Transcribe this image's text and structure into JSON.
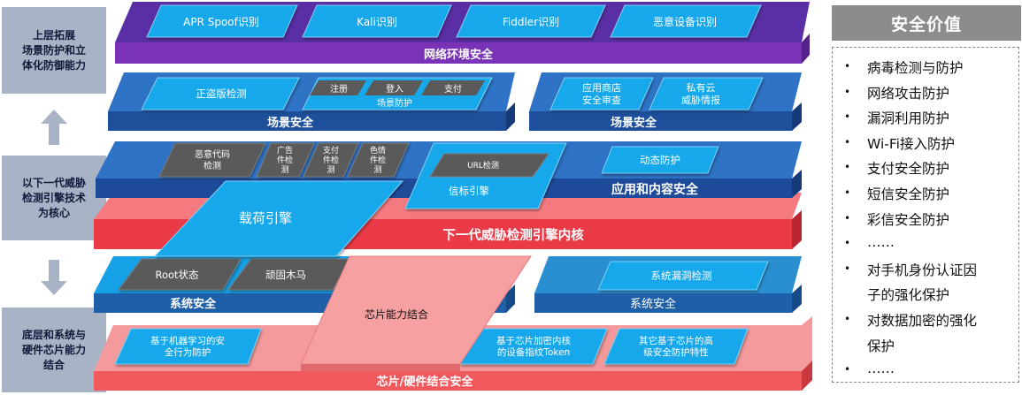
{
  "stages": {
    "upper": "上层拓展\n场景防护和立\n体化防御能力",
    "middle": "以下一代威胁\n检测引擎技术\n为核心",
    "bottom": "底层和系统与\n硬件芯片能力\n结合"
  },
  "network_layer": {
    "title": "网络环境安全",
    "items": [
      "APR Spoof识别",
      "Kali识别",
      "Fiddler识别",
      "恶意设备识别"
    ]
  },
  "scene_layer_left": {
    "title": "场景安全",
    "item_piracy": "正盗版检测",
    "protect_label": "场景防护",
    "protect_items": [
      "注册",
      "登入",
      "支付"
    ]
  },
  "scene_layer_right": {
    "title": "场景安全",
    "item_store": "应用商店\n安全审查",
    "item_cloud": "私有云\n威胁情报"
  },
  "app_layer": {
    "title": "应用和内容安全",
    "malicious_code": "恶意代码\n检测",
    "ad_detect": "广告\n件检\n测",
    "pay_detect": "支付\n件检\n测",
    "porn_detect": "色情\n件检\n测",
    "url_detect": "URL检测",
    "beacon_engine": "信标引擎",
    "dynamic_protect": "动态防护"
  },
  "engine_layer": {
    "title": "下一代威胁检测引擎内核",
    "payload_engine": "载荷引擎"
  },
  "system_layer": {
    "title_left": "系统安全",
    "title_right": "系统安全",
    "root": "Root状态",
    "trojan": "顽固木马",
    "vuln": "系统漏洞检测"
  },
  "chip_layer": {
    "title": "芯片/硬件结合安全",
    "chip_combo": "芯片能力结合",
    "ml_behavior": "基于机器学习的安\n全行为防护",
    "token": "基于芯片加密内核\n的设备指纹Token",
    "other_chip": "其它基于芯片的高\n级安全防护特性"
  },
  "security_value": {
    "title": "安全价值",
    "items": [
      "病毒检测与防护",
      "网络攻击防护",
      "漏洞利用防护",
      "Wi-Fi接入防护",
      "支付安全防护",
      "短信安全防护",
      "彩信安全防护",
      "……",
      "对手机身份认证因",
      "子的强化保护",
      "对数据加密的强化",
      "保护",
      "……"
    ],
    "bullet_rows": [
      true,
      true,
      true,
      true,
      true,
      true,
      true,
      true,
      true,
      false,
      true,
      false,
      true
    ]
  },
  "colors": {
    "network_top": "#5a2fa5",
    "network_front": "#7a33b6",
    "scene_front": "#1d4f9a",
    "app_front": "#1e4b99",
    "engine_front": "#ea3a47",
    "system_front": "#1f5fa8",
    "chip_front": "#f05a5e",
    "cyan": "#19a8ea",
    "gray_box": "#5a5a5a"
  }
}
